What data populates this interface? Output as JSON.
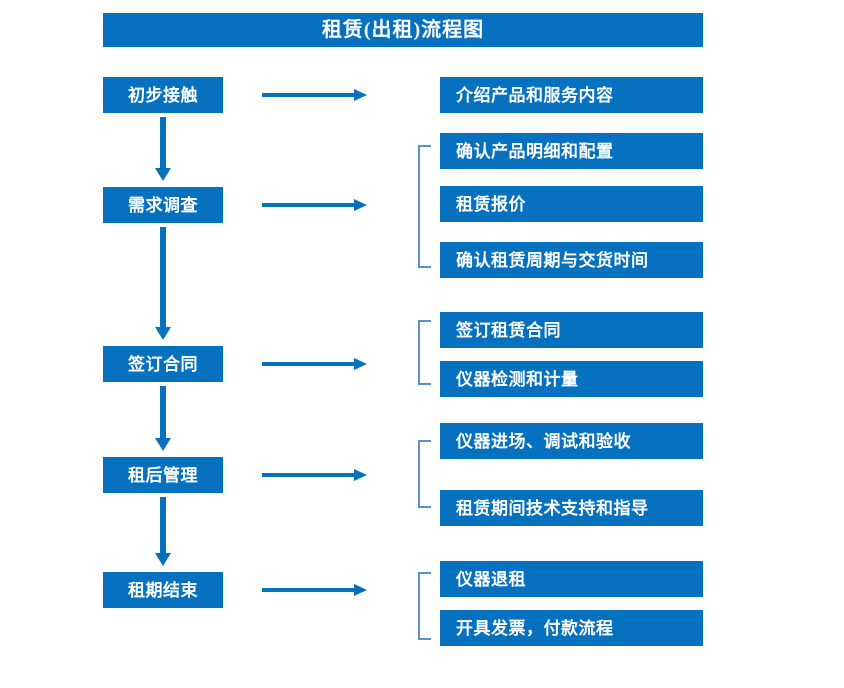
{
  "chart_data": {
    "type": "diagram",
    "title": "租赁(出租)流程图",
    "diagram_kind": "flowchart",
    "orientation": "vertical-stages-with-horizontal-details"
  },
  "title": {
    "text": "租赁(出租)流程图"
  },
  "colors": {
    "box_blue": "#0571bf",
    "bracket_blue": "#5b8fc9",
    "text_white": "#ffffff",
    "background": "#ffffff"
  },
  "stages": [
    {
      "id": "stage-1",
      "label": "初步接触"
    },
    {
      "id": "stage-2",
      "label": "需求调查"
    },
    {
      "id": "stage-3",
      "label": "签订合同"
    },
    {
      "id": "stage-4",
      "label": "租后管理"
    },
    {
      "id": "stage-5",
      "label": "租期结束"
    }
  ],
  "details": [
    {
      "id": "detail-1",
      "label": "介绍产品和服务内容",
      "stage": "初步接触"
    },
    {
      "id": "detail-2",
      "label": "确认产品明细和配置",
      "stage": "需求调查"
    },
    {
      "id": "detail-3",
      "label": "租赁报价",
      "stage": "需求调查"
    },
    {
      "id": "detail-4",
      "label": "确认租赁周期与交货时间",
      "stage": "需求调查"
    },
    {
      "id": "detail-5",
      "label": "签订租赁合同",
      "stage": "签订合同"
    },
    {
      "id": "detail-6",
      "label": "仪器检测和计量",
      "stage": "签订合同"
    },
    {
      "id": "detail-7",
      "label": "仪器进场、调试和验收",
      "stage": "租后管理"
    },
    {
      "id": "detail-8",
      "label": "租赁期间技术支持和指导",
      "stage": "租后管理"
    },
    {
      "id": "detail-9",
      "label": "仪器退租",
      "stage": "租期结束"
    },
    {
      "id": "detail-10",
      "label": "开具发票，付款流程",
      "stage": "租期结束"
    }
  ],
  "connectors": {
    "stage_arrows": [
      {
        "from": "初步接触",
        "to": "需求调查"
      },
      {
        "from": "需求调查",
        "to": "签订合同"
      },
      {
        "from": "签订合同",
        "to": "租后管理"
      },
      {
        "from": "租后管理",
        "to": "租期结束"
      }
    ],
    "detail_arrows": [
      {
        "from": "初步接触",
        "to": "介绍产品和服务内容"
      },
      {
        "from": "需求调查",
        "to": "需求调查明细组"
      },
      {
        "from": "签订合同",
        "to": "签订合同明细组"
      },
      {
        "from": "租后管理",
        "to": "租后管理明细组"
      },
      {
        "from": "租期结束",
        "to": "租期结束明细组"
      }
    ],
    "brackets": [
      {
        "group": "需求调查明细组",
        "count": 3
      },
      {
        "group": "签订合同明细组",
        "count": 2
      },
      {
        "group": "租后管理明细组",
        "count": 2
      },
      {
        "group": "租期结束明细组",
        "count": 2
      }
    ]
  }
}
